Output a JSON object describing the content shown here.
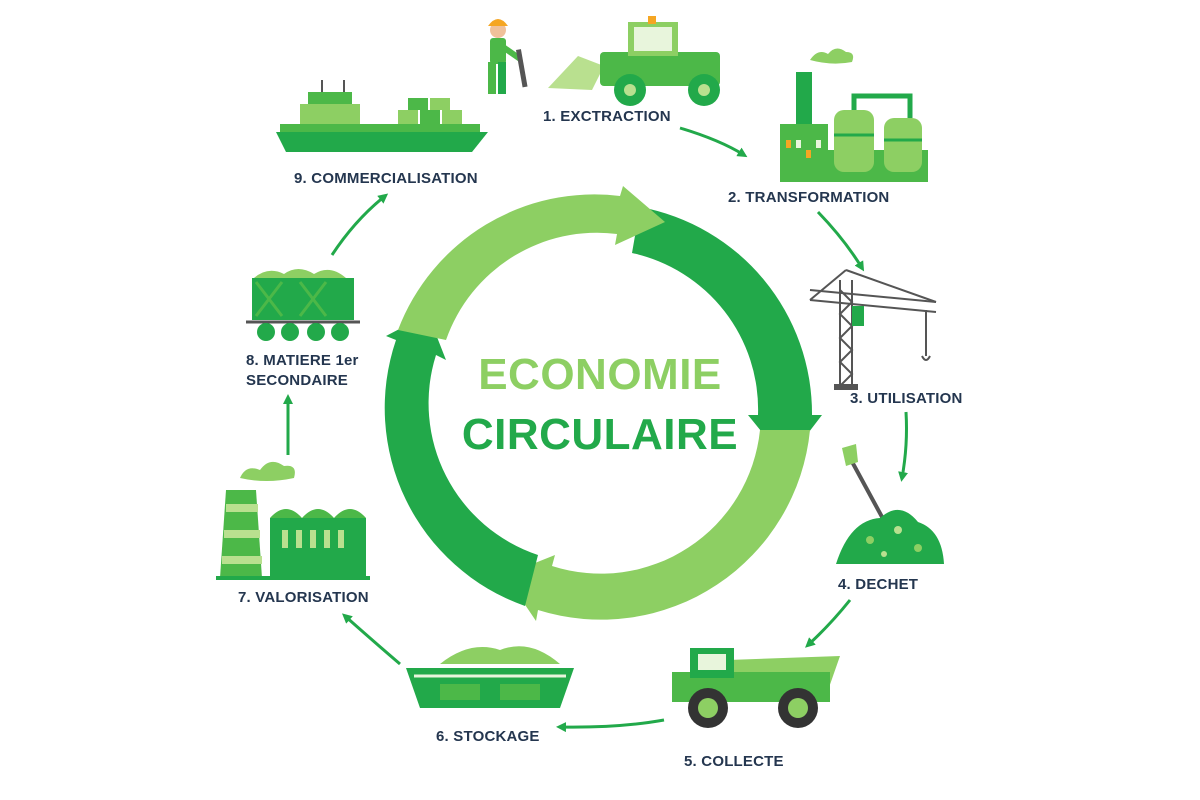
{
  "center": {
    "line1": "ECONOMIE",
    "line2": "CIRCULAIRE"
  },
  "colors": {
    "dark_green": "#22a94a",
    "mid_green": "#4cb848",
    "light_green": "#8dcf63",
    "pale_green": "#b9e08f",
    "label_navy": "#24364f"
  },
  "steps": [
    {
      "num": "1.",
      "label": "EXCTRACTION",
      "icon": "excavation-icon"
    },
    {
      "num": "2.",
      "label": "TRANSFORMATION",
      "icon": "factory-icon"
    },
    {
      "num": "3.",
      "label": "UTILISATION",
      "icon": "crane-icon"
    },
    {
      "num": "4.",
      "label": "DECHET",
      "icon": "waste-pile-icon"
    },
    {
      "num": "5.",
      "label": "COLLECTE",
      "icon": "dump-truck-icon"
    },
    {
      "num": "6.",
      "label": "STOCKAGE",
      "icon": "skip-container-icon"
    },
    {
      "num": "7.",
      "label": "VALORISATION",
      "icon": "recycling-plant-icon"
    },
    {
      "num": "8.",
      "label": "MATIERE 1er",
      "label2": "SECONDAIRE",
      "icon": "rail-wagon-icon"
    },
    {
      "num": "9.",
      "label": "COMMERCIALISATION",
      "icon": "cargo-ship-icon"
    }
  ]
}
